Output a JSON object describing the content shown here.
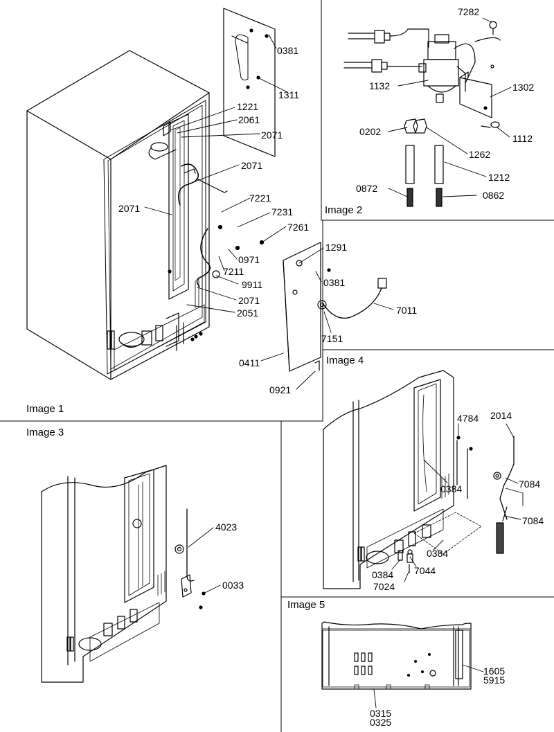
{
  "image_labels": [
    "Image 1",
    "Image 2",
    "Image 3",
    "Image 4",
    "Image 5"
  ],
  "callouts": {
    "img1": [
      "0381",
      "1311",
      "1221",
      "2061",
      "2071",
      "2071",
      "2071",
      "7221",
      "7231",
      "7261",
      "1291",
      "0971",
      "7211",
      "9911",
      "0381",
      "2071",
      "2051",
      "7011",
      "7151",
      "0411",
      "0921"
    ],
    "img2": [
      "7282",
      "1132",
      "1302",
      "0202",
      "1112",
      "1262",
      "1212",
      "0872",
      "0862"
    ],
    "img3": [
      "4023",
      "0033"
    ],
    "img4": [
      "4784",
      "2014",
      "7084",
      "0384",
      "7084",
      "0384",
      "0384",
      "7044",
      "7024"
    ],
    "img5": [
      [
        "1605",
        "5915"
      ],
      [
        "0315",
        "0325"
      ]
    ]
  }
}
